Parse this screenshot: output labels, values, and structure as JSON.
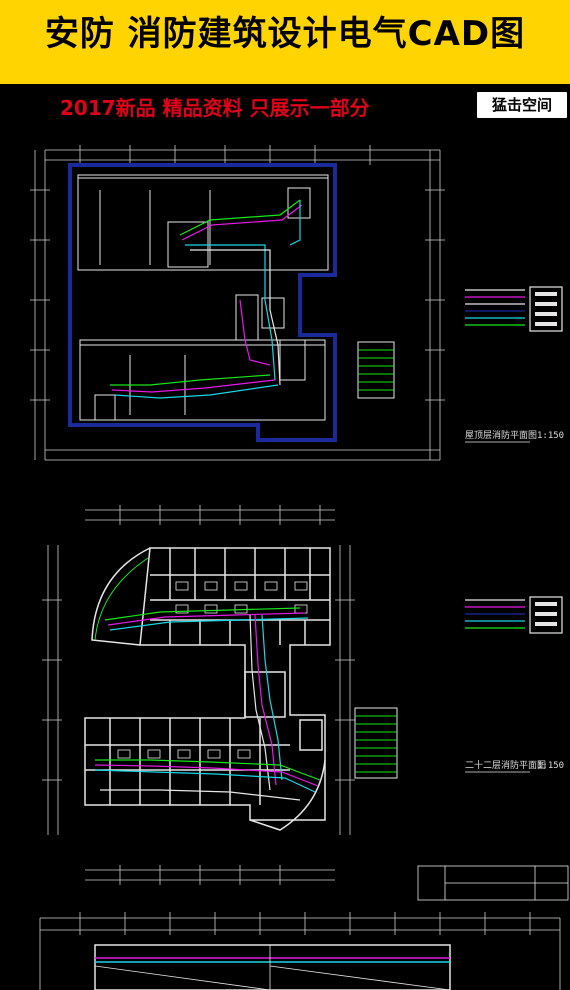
{
  "header": {
    "title": "安防 消防建筑设计电气CAD图",
    "subtitle": "2017新品 精品资料 只展示一部分",
    "badge": "猛击空间"
  },
  "drawings": {
    "plan1_title": "屋顶层消防平面图",
    "plan1_scale": "1:150",
    "plan2_title": "二十二层消防平面图",
    "plan2_scale": "1:150"
  },
  "colors": {
    "banner": "#ffd400",
    "subtitle": "#e0001a",
    "boundary": "#1a2a9a",
    "line_green": "#19e619",
    "line_cyan": "#19d6e6",
    "line_magenta": "#e619e6",
    "line_white": "#e6e6e6"
  }
}
